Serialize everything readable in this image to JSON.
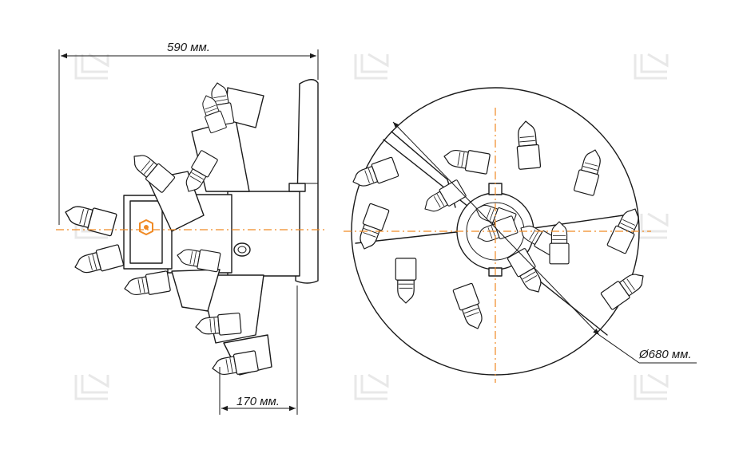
{
  "dimensions": {
    "total_length": "590 мм.",
    "flange_width": "170 мм.",
    "diameter": "Ø680 мм."
  },
  "colors": {
    "line": "#1a1a1a",
    "axis": "#f08a24",
    "hub_icon": "#f08a24",
    "watermark": "#e8e8e8"
  },
  "icons": {
    "hub_mark": "hexagon-logo-icon",
    "watermark": "watermark-logo-icon"
  }
}
